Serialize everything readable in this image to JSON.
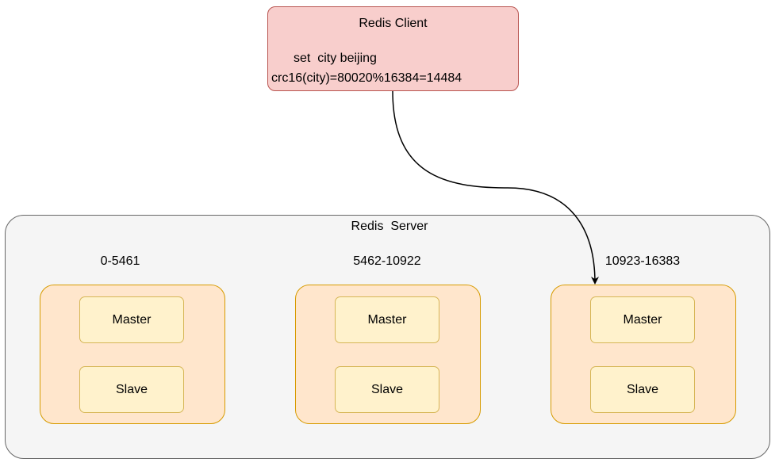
{
  "client": {
    "title": "Redis Client",
    "command": "set  city beijing",
    "hash": "crc16(city)=80020%16384=14484"
  },
  "server": {
    "title": "Redis  Server",
    "groups": [
      {
        "slot_range": "0-5461",
        "master_label": "Master",
        "slave_label": "Slave"
      },
      {
        "slot_range": "5462-10922",
        "master_label": "Master",
        "slave_label": "Slave"
      },
      {
        "slot_range": "10923-16383",
        "master_label": "Master",
        "slave_label": "Slave"
      }
    ]
  },
  "colors": {
    "client_fill": "#f8cecc",
    "client_stroke": "#b85450",
    "server_fill": "#f5f5f5",
    "server_stroke": "#666666",
    "group_fill": "#ffe6cc",
    "group_stroke": "#d79b00",
    "node_fill": "#fff2cc",
    "node_stroke": "#d6b656"
  }
}
